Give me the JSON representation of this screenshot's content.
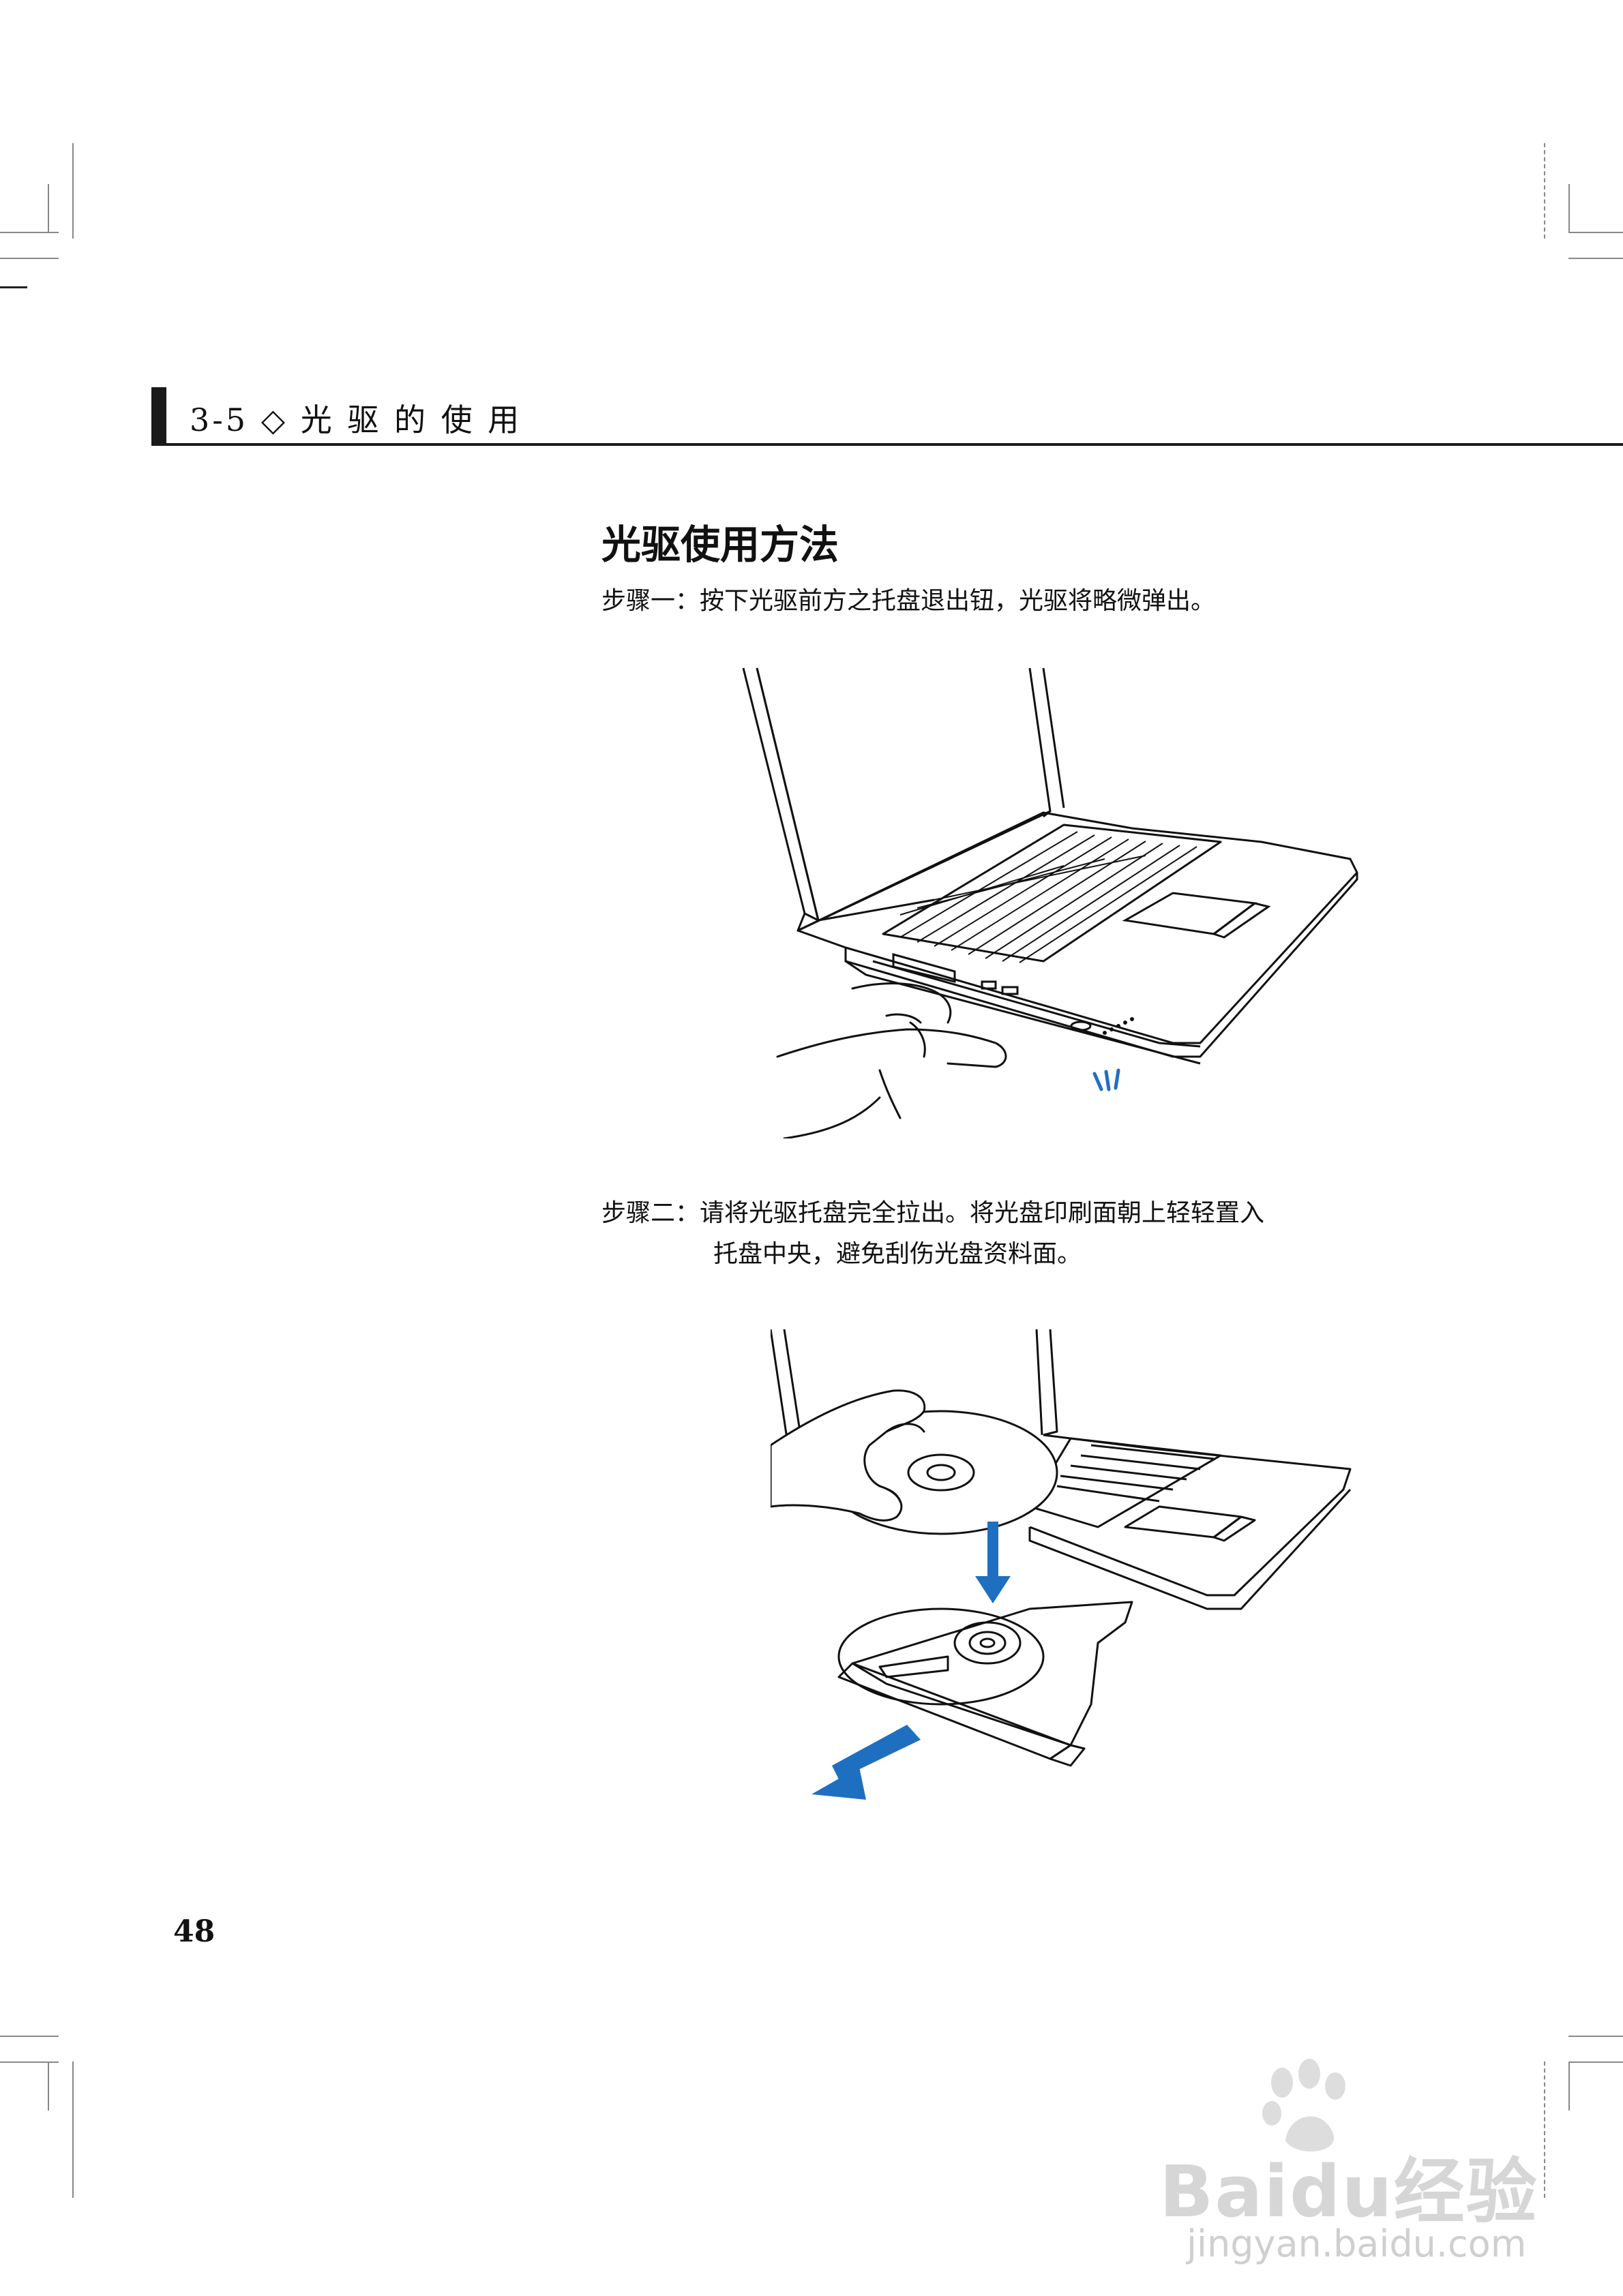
{
  "section_header": "3-5 ◇ 光 驱 的 使 用",
  "title": "光驱使用方法",
  "step1": {
    "label": "步骤一：",
    "text": "按下光驱前方之托盘退出钮，光驱将略微弹出。"
  },
  "step2": {
    "label": "步骤二：",
    "line1": "请将光驱托盘完全拉出。将光盘印刷面朝上轻轻置入",
    "line2": "托盘中央，避免刮伤光盘资料面。"
  },
  "page_number": "48",
  "watermark": {
    "brand": "Baidu经验",
    "url": "jingyan.baidu.com"
  },
  "colors": {
    "arrow_blue": "#1f6fc0",
    "ink": "#111111",
    "crop_marks": "#888888",
    "watermark": "#cccccc"
  }
}
